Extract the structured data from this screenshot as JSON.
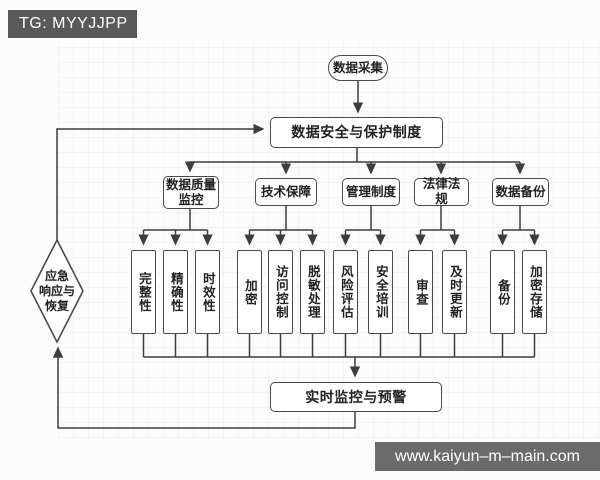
{
  "banner": {
    "label": "TG: MYYJJPP"
  },
  "watermark": {
    "label": "www.kaiyun–m–main.com"
  },
  "colors": {
    "banner_bg": "#59595b",
    "watermark_bg": "#6b6b6b",
    "line": "#3d3d3d",
    "node_border": "#4a4a4a",
    "node_bg": "#ffffff",
    "canvas_bg": "#fcfcfc",
    "text": "#222222"
  },
  "flowchart": {
    "start": {
      "label": "数据采集"
    },
    "policy": {
      "label": "数据安全与保护制度"
    },
    "categories": [
      {
        "label": "数据质量监控"
      },
      {
        "label": "技术保障"
      },
      {
        "label": "管理制度"
      },
      {
        "label": "法律法规"
      },
      {
        "label": "数据备份"
      }
    ],
    "columns": [
      {
        "label": "完整性"
      },
      {
        "label": "精确性"
      },
      {
        "label": "时效性"
      },
      {
        "label": "加密"
      },
      {
        "label": "访问控制"
      },
      {
        "label": "脱敏处理"
      },
      {
        "label": "风险评估"
      },
      {
        "label": "安全培训"
      },
      {
        "label": "审查"
      },
      {
        "label": "及时更新"
      },
      {
        "label": "备份"
      },
      {
        "label": "加密存储"
      }
    ],
    "monitor": {
      "label": "实时监控与预警"
    },
    "emergency": {
      "lines": [
        "应急",
        "响应与",
        "恢复"
      ]
    }
  }
}
